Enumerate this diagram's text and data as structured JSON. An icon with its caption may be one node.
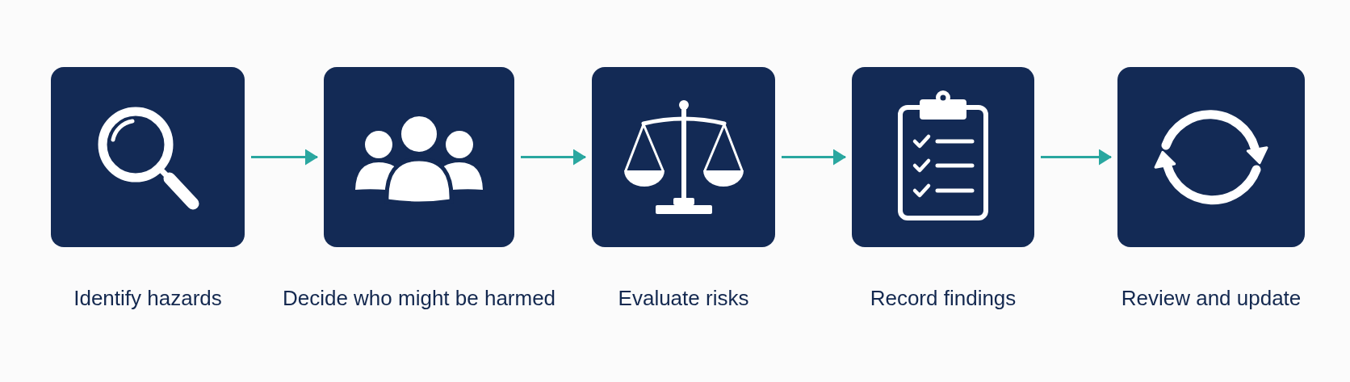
{
  "diagram": {
    "nodes": [
      {
        "text": [],
        "shape": "box",
        "beside": [
          "Identify hazards"
        ]
      },
      {
        "text": [],
        "shape": "box",
        "beside": [
          "Decide who might be harmed"
        ]
      },
      {
        "text": [],
        "shape": "box",
        "beside": [
          "Evaluate risks"
        ]
      },
      {
        "text": [],
        "shape": "box",
        "beside": [
          "Record findings"
        ]
      },
      {
        "text": [],
        "shape": "box",
        "beside": [
          "Review and update"
        ]
      }
    ],
    "edges": [
      {
        "from": 0,
        "to": 1,
        "arrow": "to"
      },
      {
        "from": 1,
        "to": 2,
        "arrow": "to"
      },
      {
        "from": 2,
        "to": 3,
        "arrow": "to"
      },
      {
        "from": 3,
        "to": 4,
        "arrow": "to"
      }
    ]
  }
}
